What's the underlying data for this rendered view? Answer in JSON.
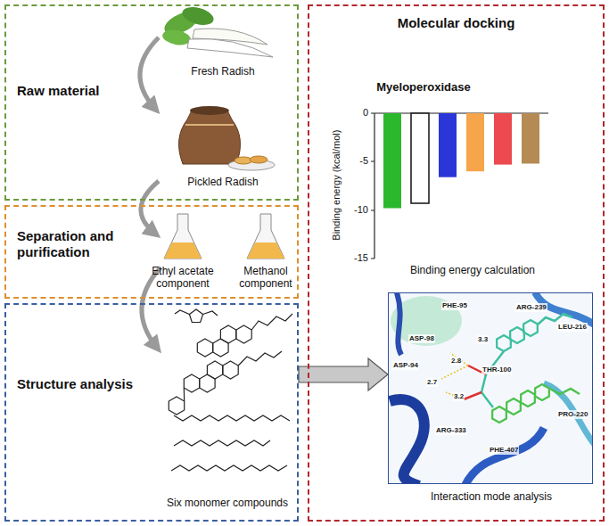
{
  "diagram": {
    "nodes": [
      {
        "text": [
          "Raw material"
        ]
      },
      {
        "text": [
          "Separation and purification"
        ]
      },
      {
        "text": [
          "Structure analysis"
        ]
      },
      {
        "text": [
          "Molecular docking"
        ]
      },
      {
        "text": [
          "Interaction mode analysis"
        ],
        "in": 3
      }
    ],
    "edges": [
      {
        "from": 2,
        "to": 4,
        "arrow": "to"
      }
    ],
    "labels": [
      "Fresh Radish",
      "Pickled Radish",
      "Ethyl acetate component",
      "Methanol component",
      "Six monomer compounds",
      "Myeloperoxidase",
      "0",
      "-5",
      "-10",
      "-15",
      "Binding energy (kcal/mol)",
      "Binding energy calculation",
      "PHE-95",
      "ARG-239",
      "LEU-216",
      "ASP-98",
      "ASP-94",
      "THR-100",
      "ARG-333",
      "PRO-220",
      "PHE-407",
      "3.3",
      "2.8",
      "2.7",
      "3.2"
    ]
  }
}
